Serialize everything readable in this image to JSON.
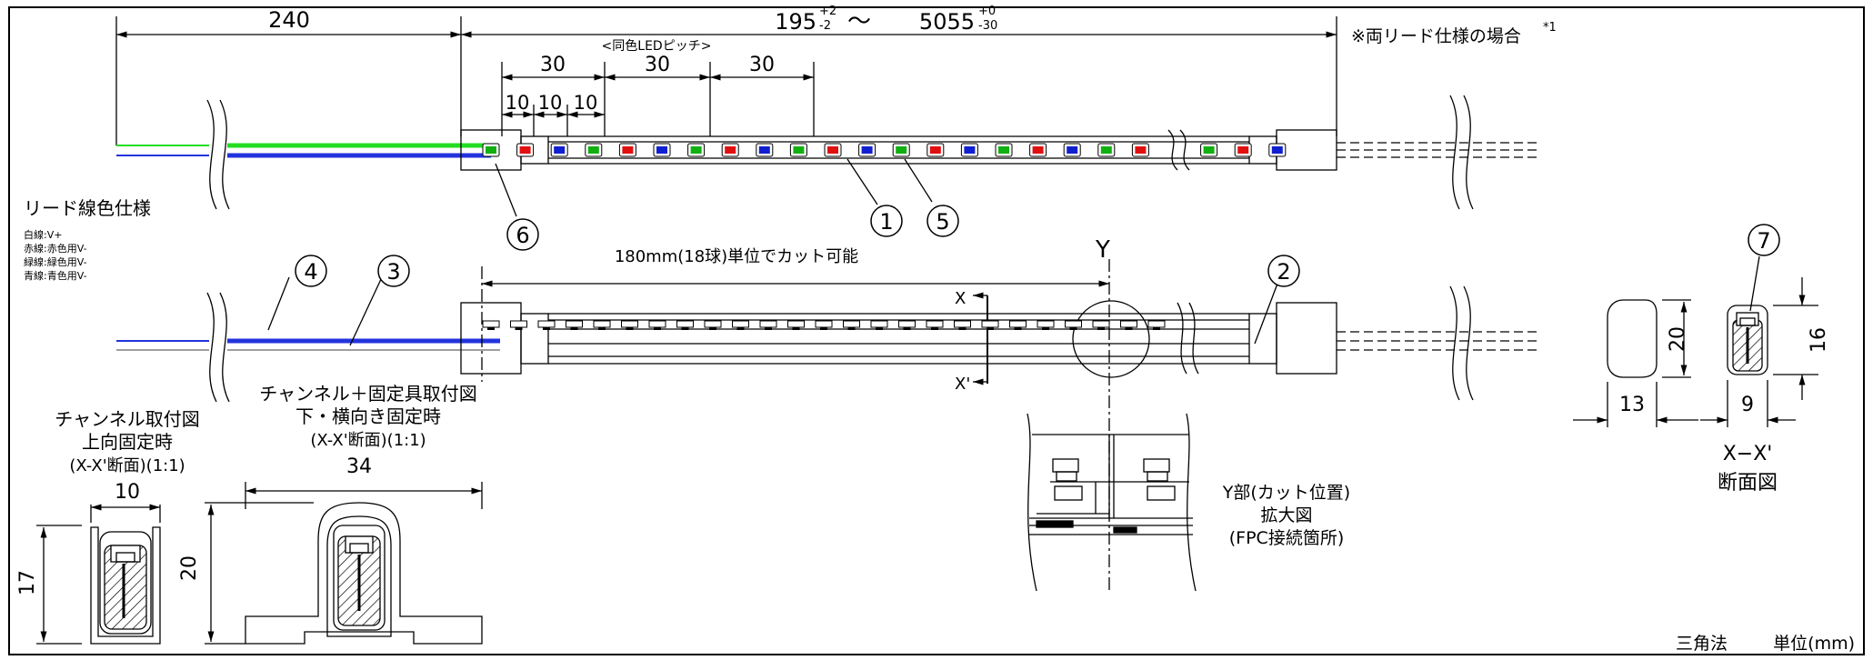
{
  "top_dims": {
    "lead_length": "240",
    "length_main": "195",
    "length_main_tol_upper": "+2",
    "length_main_tol_lower": "-2",
    "tilde": "〜",
    "length_max": "5055",
    "length_max_tol_upper": "+0",
    "length_max_tol_lower": "-30",
    "both_lead_note": "※両リード仕様の場合",
    "both_lead_note_ref": "*1",
    "same_color_pitch": "<同色LEDピッチ>",
    "pitch_30": "30",
    "pitch_10": "10"
  },
  "lead_spec": {
    "title": "リード線色仕様",
    "lines": [
      "白線:V+",
      "赤線:赤色用V-",
      "緑線:緑色用V-",
      "青線:青色用V-"
    ]
  },
  "callouts": [
    "1",
    "2",
    "3",
    "4",
    "5",
    "6",
    "7"
  ],
  "cut_note": "180mm(18球)単位でカット可能",
  "section_marks": {
    "y": "Y",
    "x": "X",
    "x_prime": "X'"
  },
  "channel_mount": {
    "title_lines": [
      "チャンネル取付図",
      "上向固定時",
      "(X-X'断面)(1:1)"
    ],
    "width": "10",
    "height": "17"
  },
  "channel_fixture_mount": {
    "title_lines": [
      "チャンネル＋固定具取付図",
      "下・横向き固定時",
      "(X-X'断面)(1:1)"
    ],
    "width": "34",
    "height": "20"
  },
  "detail_y": {
    "title_lines": [
      "Y部(カット位置)",
      "拡大図",
      "(FPC接続箇所)"
    ]
  },
  "cross_section": {
    "width_outer": "13",
    "height_outer": "20",
    "width_inner": "9",
    "height_inner": "16",
    "title_lines": [
      "X−X'",
      "断面図"
    ]
  },
  "footer": {
    "projection": "三角法",
    "unit": "単位(mm)"
  },
  "colors": {
    "green_wire": "#22dd22",
    "blue_wire": "#2233dd",
    "red_led": "#e01010",
    "green_led": "#10b010",
    "blue_led": "#1020d0"
  },
  "led_sequence": [
    "green",
    "red",
    "blue",
    "green",
    "red",
    "blue",
    "green",
    "red",
    "blue",
    "green",
    "red",
    "blue",
    "green",
    "red",
    "blue",
    "green",
    "red",
    "blue",
    "green",
    "red",
    "blue",
    "green",
    "red",
    "blue",
    "green",
    "red",
    "blue",
    "green",
    "red",
    "blue"
  ]
}
